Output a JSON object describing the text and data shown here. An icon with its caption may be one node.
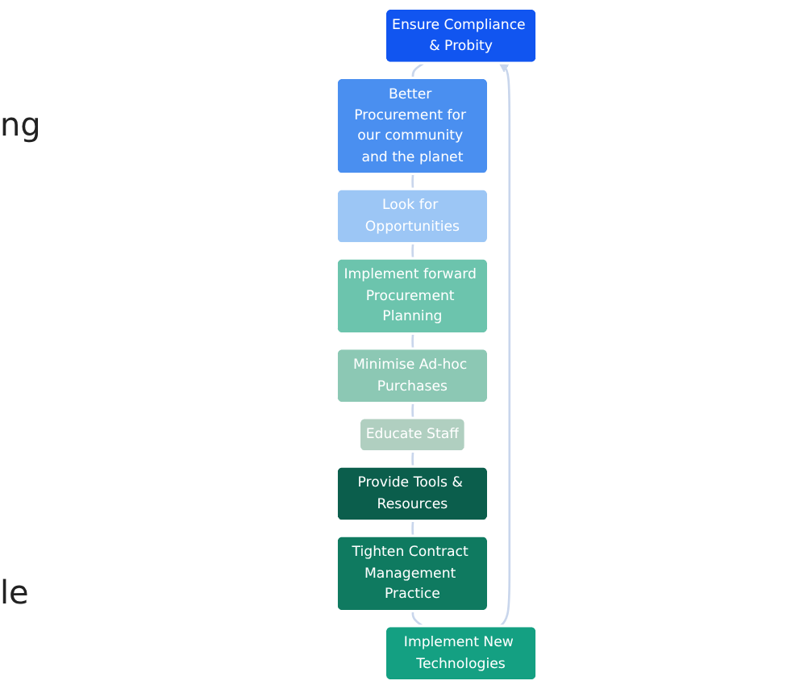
{
  "diagram": {
    "nodes": [
      {
        "text": [
          "Ensure Compliance & Probity"
        ]
      },
      {
        "text": [
          "Better Procurement for our community and the planet"
        ]
      },
      {
        "text": [
          "Look for Opportunities"
        ]
      },
      {
        "text": [
          "Implement forward Procurement Planning"
        ]
      },
      {
        "text": [
          "Minimise Ad-hoc Purchases"
        ]
      },
      {
        "text": [
          "Educate Staff"
        ]
      },
      {
        "text": [
          "Provide Tools & Resources"
        ]
      },
      {
        "text": [
          "Tighten Contract Management Practice"
        ]
      },
      {
        "text": [
          "Implement New Technologies"
        ]
      }
    ],
    "edges": [
      {
        "from": 0,
        "to": 1,
        "arrow": "none"
      },
      {
        "from": 1,
        "to": 2,
        "arrow": "none"
      },
      {
        "from": 2,
        "to": 3,
        "arrow": "none"
      },
      {
        "from": 3,
        "to": 4,
        "arrow": "none"
      },
      {
        "from": 4,
        "to": 5,
        "arrow": "none"
      },
      {
        "from": 5,
        "to": 6,
        "arrow": "none"
      },
      {
        "from": 6,
        "to": 7,
        "arrow": "none"
      },
      {
        "from": 7,
        "to": 8,
        "arrow": "none"
      },
      {
        "from": 8,
        "to": 0,
        "arrow": "to"
      }
    ],
    "labels": [
      "ng",
      "le"
    ]
  }
}
